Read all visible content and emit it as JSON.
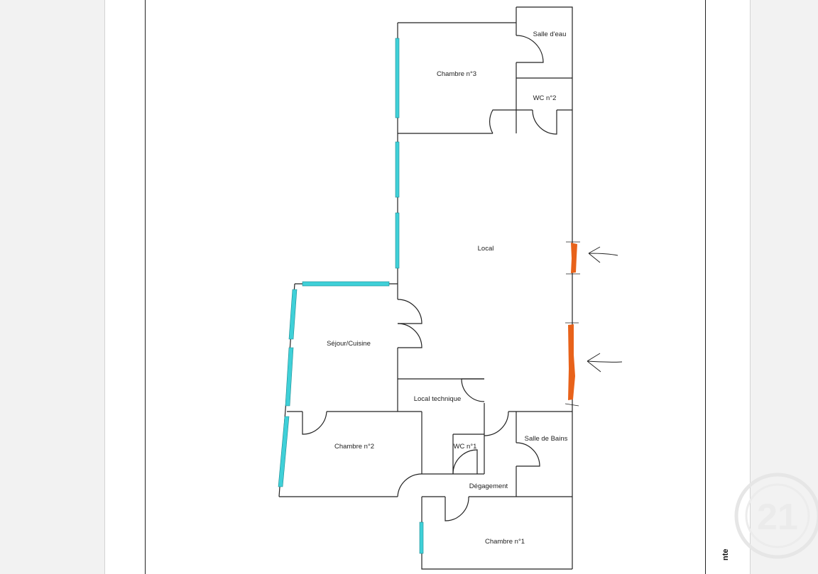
{
  "colors": {
    "wall": "#222222",
    "window": "#3fd0d8",
    "window_outline": "#1a8a90",
    "highlight": "#e8621a",
    "background": "#f2f2f2",
    "page": "#ffffff"
  },
  "rooms": {
    "salle_deau": "Salle d'eau",
    "chambre3": "Chambre n°3",
    "wc2": "WC n°2",
    "local": "Local",
    "sejour": "Séjour/Cuisine",
    "local_technique": "Local technique",
    "salle_de_bains": "Salle de Bains",
    "chambre2": "Chambre n°2",
    "wc1": "WC n°1",
    "degagement": "Dégagement",
    "chambre1": "Chambre n°1"
  },
  "side_text": "nte",
  "watermark": {
    "icon": "century21-logo",
    "text": "21"
  }
}
